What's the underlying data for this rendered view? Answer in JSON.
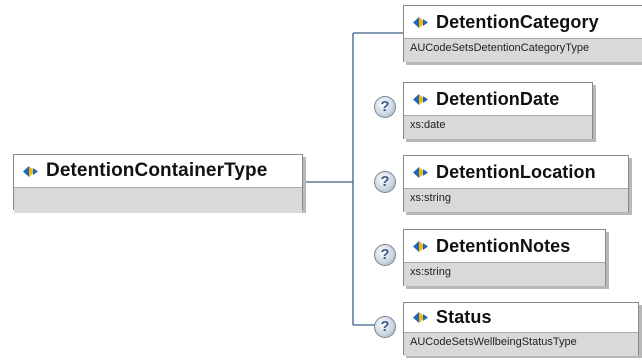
{
  "root": {
    "name": "DetentionContainerType",
    "type": ""
  },
  "children": [
    {
      "name": "DetentionCategory",
      "type": "AUCodeSetsDetentionCategoryType",
      "optional": false
    },
    {
      "name": "DetentionDate",
      "type": "xs:date",
      "optional": true
    },
    {
      "name": "DetentionLocation",
      "type": "xs:string",
      "optional": true
    },
    {
      "name": "DetentionNotes",
      "type": "xs:string",
      "optional": true
    },
    {
      "name": "Status",
      "type": "AUCodeSetsWellbeingStatusType",
      "optional": true
    }
  ],
  "optional_marker": "?",
  "icons": {
    "element": "element-icon",
    "optional": "optional-icon"
  },
  "colors": {
    "connector": "#3a5f88",
    "icon_blue": "#1f66c1",
    "icon_yellow": "#f0b800",
    "type_band": "#d9d9d9"
  }
}
